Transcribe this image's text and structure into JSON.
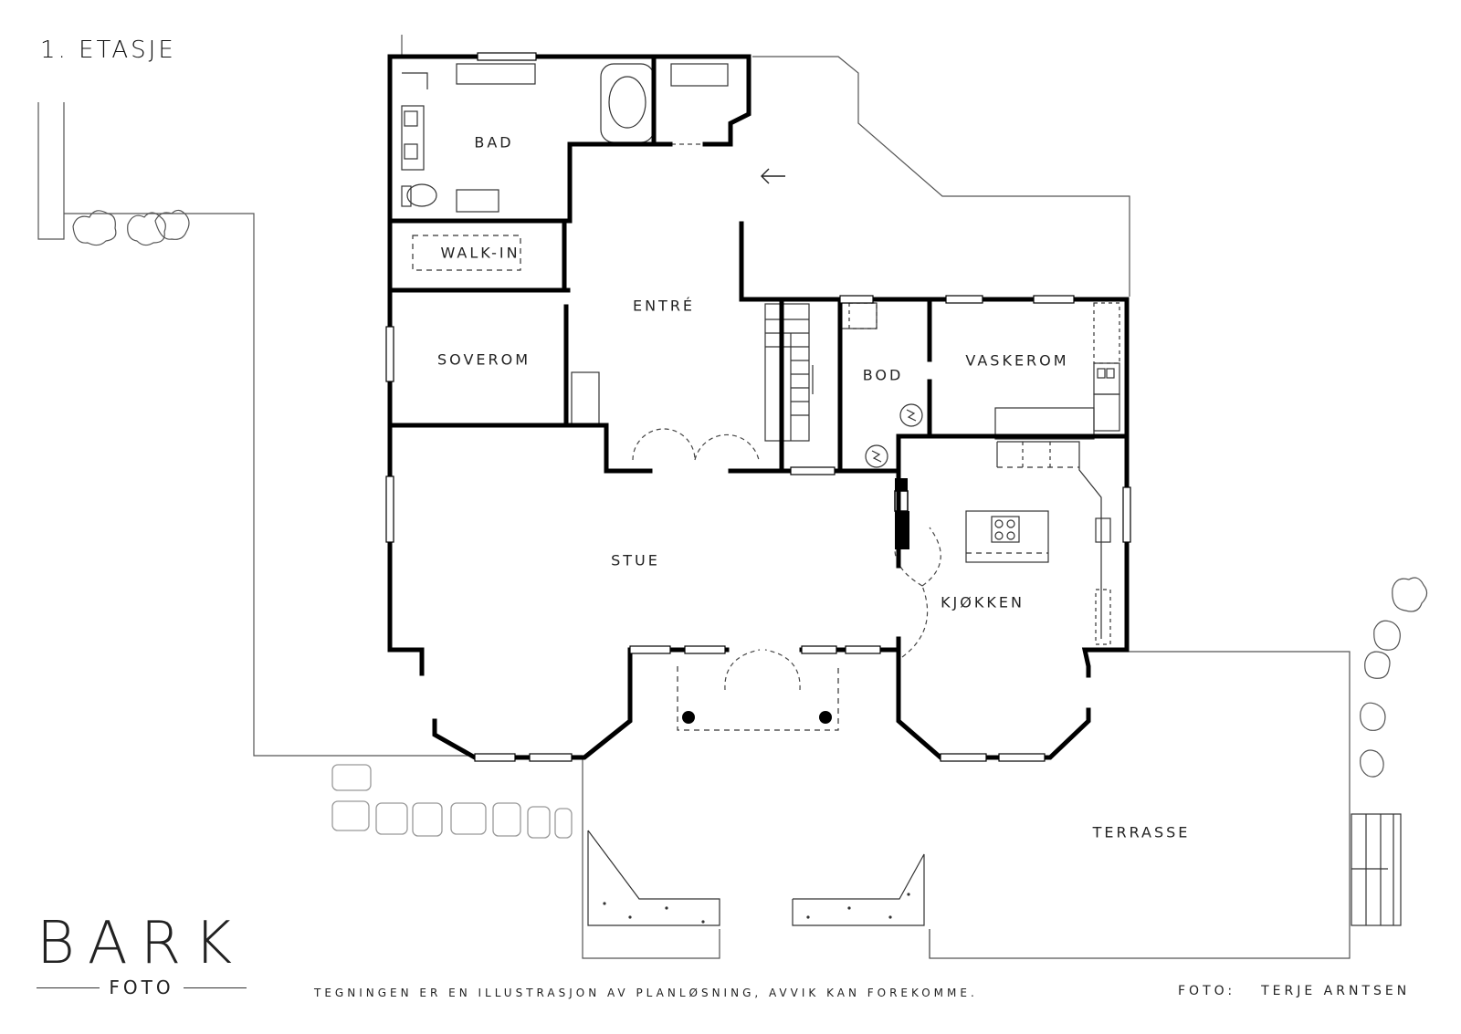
{
  "floor_label": "1. ETASJE",
  "rooms": {
    "bad": "BAD",
    "walk_in": "WALK-IN",
    "entre": "ENTRÉ",
    "soverom": "SOVEROM",
    "bod": "BOD",
    "vaskerom": "VASKEROM",
    "stue": "STUE",
    "kjokken": "KJØKKEN",
    "terrasse": "TERRASSE"
  },
  "logo": {
    "main": "BARK",
    "sub": "FOTO"
  },
  "disclaimer": "TEGNINGEN ER EN ILLUSTRASJON AV PLANLØSNING, AVVIK KAN FOREKOMME.",
  "photo_credit": {
    "label": "FOTO:",
    "name": "TERJE ARNTSEN"
  },
  "colors": {
    "wall": "#000000",
    "line": "#555555",
    "background": "#ffffff"
  }
}
